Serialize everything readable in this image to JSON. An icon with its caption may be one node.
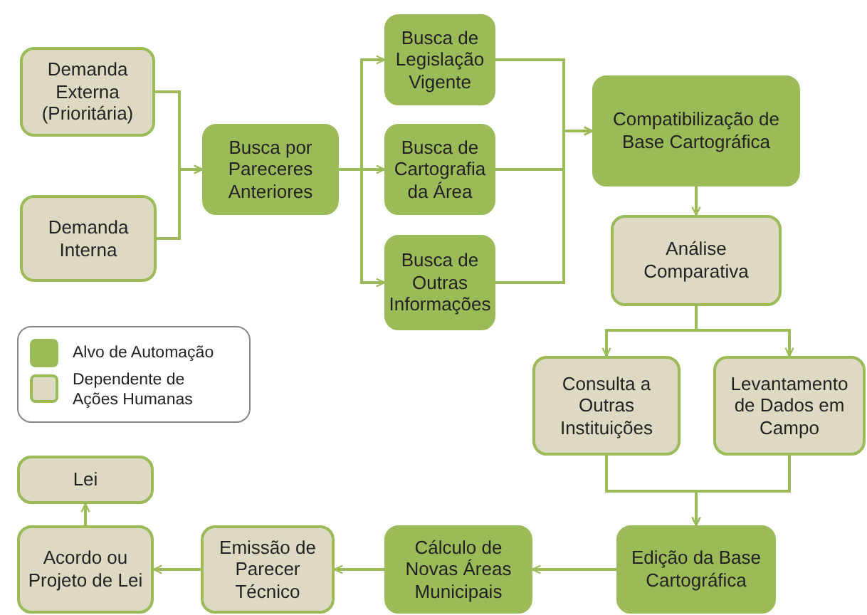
{
  "diagram": {
    "nodes": [
      {
        "text": [
          "Demanda Externa (Prioritária)"
        ]
      },
      {
        "text": [
          "Demanda Interna"
        ]
      },
      {
        "text": [
          "Busca por Pareceres Anteriores"
        ]
      },
      {
        "text": [
          "Busca de Legislação Vigente"
        ]
      },
      {
        "text": [
          "Busca de Cartografia da Área"
        ]
      },
      {
        "text": [
          "Busca de Outras Informações"
        ]
      },
      {
        "text": [
          "Compatibilização de Base Cartográfica"
        ]
      },
      {
        "text": [
          "Análise Comparativa"
        ]
      },
      {
        "text": [
          "Consulta a Outras Instituições"
        ]
      },
      {
        "text": [
          "Levantamento de Dados em Campo"
        ]
      },
      {
        "text": [
          "Edição da Base Cartográfica"
        ]
      },
      {
        "text": [
          "Cálculo de Novas Áreas Municipais"
        ]
      },
      {
        "text": [
          "Emissão de Parecer Técnico"
        ]
      },
      {
        "text": [
          "Acordo ou Projeto de Lei"
        ]
      },
      {
        "text": [
          "Lei"
        ]
      }
    ],
    "edges": [
      {
        "from": 0,
        "to": 2,
        "arrow": "to"
      },
      {
        "from": 1,
        "to": 2,
        "arrow": "to"
      },
      {
        "from": 2,
        "to": 3,
        "arrow": "to"
      },
      {
        "from": 2,
        "to": 4,
        "arrow": "to"
      },
      {
        "from": 2,
        "to": 5,
        "arrow": "to"
      },
      {
        "from": 3,
        "to": 6,
        "arrow": "to"
      },
      {
        "from": 4,
        "to": 6,
        "arrow": "to"
      },
      {
        "from": 5,
        "to": 6,
        "arrow": "to"
      },
      {
        "from": 6,
        "to": 7,
        "arrow": "to"
      },
      {
        "from": 7,
        "to": 8,
        "arrow": "to"
      },
      {
        "from": 7,
        "to": 9,
        "arrow": "to"
      },
      {
        "from": 8,
        "to": 10,
        "arrow": "to"
      },
      {
        "from": 9,
        "to": 10,
        "arrow": "to"
      },
      {
        "from": 10,
        "to": 11,
        "arrow": "to"
      },
      {
        "from": 11,
        "to": 12,
        "arrow": "to"
      },
      {
        "from": 12,
        "to": 13,
        "arrow": "to"
      },
      {
        "from": 13,
        "to": 14,
        "arrow": "to"
      }
    ],
    "legend": [
      {
        "text": "Alvo de Automação",
        "color": "#9bbb59"
      },
      {
        "text": "Dependente de Ações Humanas",
        "color": "#ddd9c3"
      }
    ]
  }
}
